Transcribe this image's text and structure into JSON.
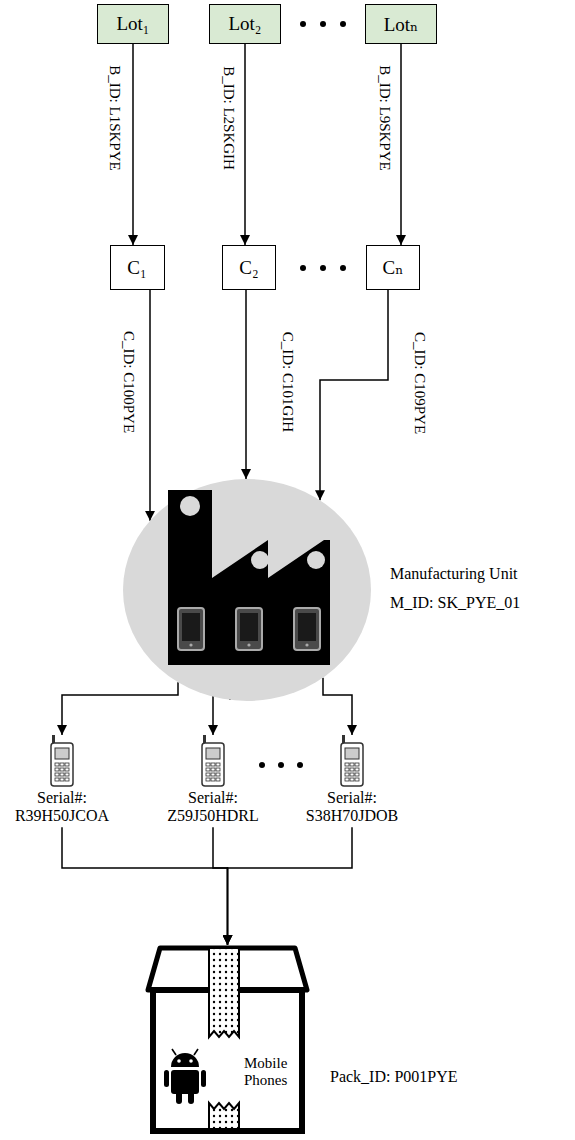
{
  "diagram": {
    "nodes": [
      {
        "text": [
          "Lot₁"
        ]
      },
      {
        "text": [
          "Lot₂"
        ]
      },
      {
        "text": [
          "Lotₙ"
        ]
      },
      {
        "text": [
          "C₁"
        ]
      },
      {
        "text": [
          "C₂"
        ]
      },
      {
        "text": [
          "Cₙ"
        ]
      },
      {
        "text": [
          "Manufacturing Unit",
          "M_ID: SK_PYE_01"
        ]
      },
      {
        "text": [
          "Serial#: R39H50JCOA"
        ]
      },
      {
        "text": [
          "Serial#: Z59J50HDRL"
        ]
      },
      {
        "text": [
          "Serial#: S38H70JDOB"
        ]
      },
      {
        "text": [
          "Mobile Phones",
          "Pack_ID: P001PYE"
        ]
      }
    ],
    "edges": [
      {
        "from": 0,
        "to": 3,
        "arrow": "to",
        "label": "B_ID: L1SKPYE"
      },
      {
        "from": 1,
        "to": 4,
        "arrow": "to",
        "label": "B_ID: L2SKGIH"
      },
      {
        "from": 2,
        "to": 5,
        "arrow": "to",
        "label": "B_ID: L9SKPYE"
      },
      {
        "from": 3,
        "to": 6,
        "arrow": "to",
        "label": "C_ID: C100PYE"
      },
      {
        "from": 4,
        "to": 6,
        "arrow": "to",
        "label": "C_ID: C101GIH"
      },
      {
        "from": 5,
        "to": 6,
        "arrow": "to",
        "label": "C_ID: C109PYE"
      },
      {
        "from": 6,
        "to": 7,
        "arrow": "to"
      },
      {
        "from": 6,
        "to": 8,
        "arrow": "to"
      },
      {
        "from": 6,
        "to": 9,
        "arrow": "to"
      },
      {
        "from": 7,
        "to": 10,
        "arrow": "to"
      },
      {
        "from": 8,
        "to": 10,
        "arrow": "to"
      },
      {
        "from": 9,
        "to": 10,
        "arrow": "to"
      }
    ]
  }
}
